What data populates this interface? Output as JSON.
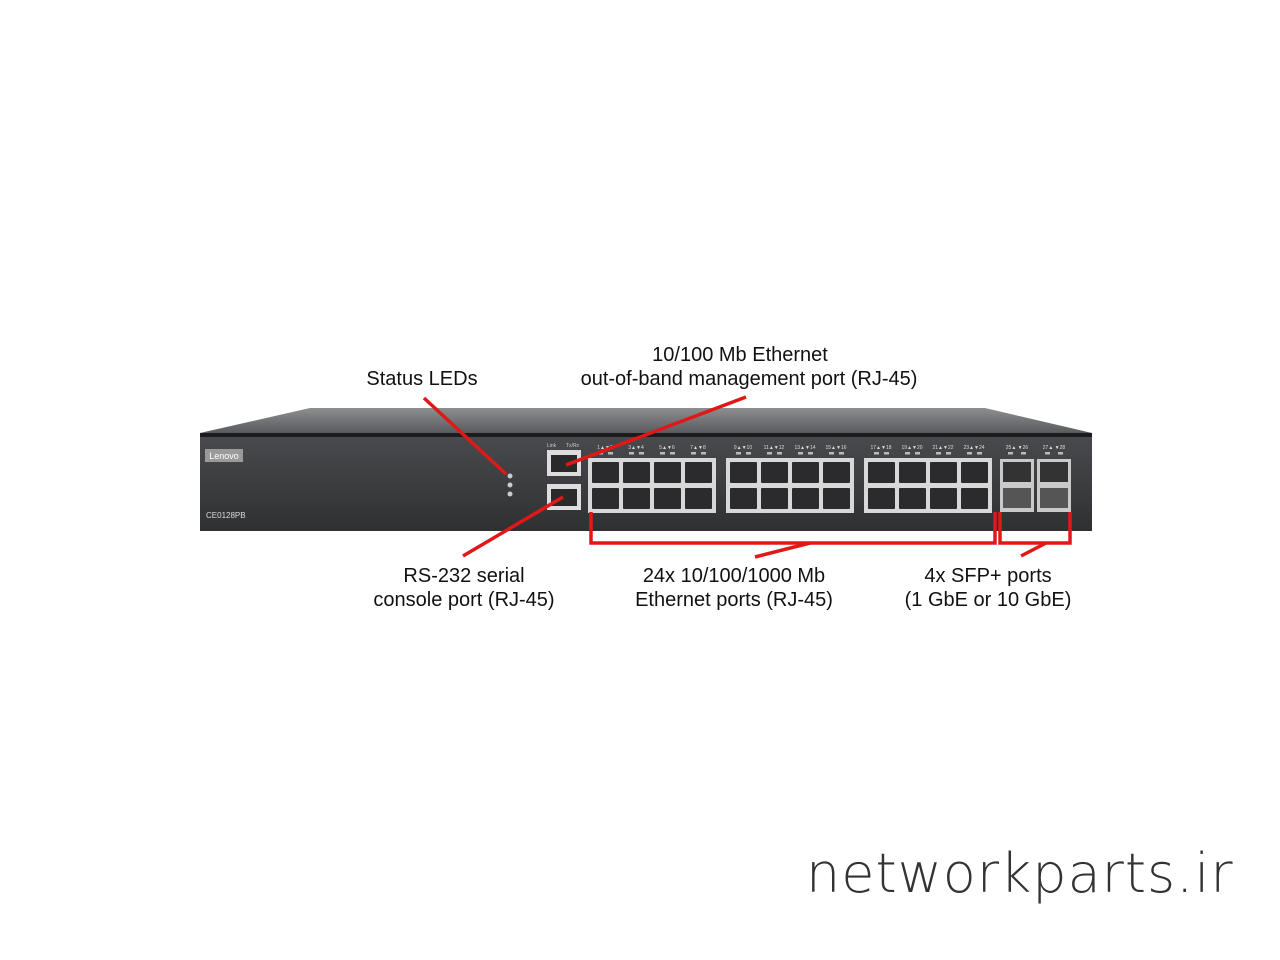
{
  "device": {
    "brand": "Lenovo",
    "model": "CE0128PB",
    "mgmt_led_labels": [
      "Link",
      "Tx/Rx"
    ],
    "port_pair_labels": [
      "1▲▼2",
      "3▲▼4",
      "5▲▼6",
      "7▲▼8",
      "9▲▼10",
      "11▲▼12",
      "13▲▼14",
      "15▲▼16",
      "17▲▼18",
      "19▲▼20",
      "21▲▼22",
      "23▲▼24",
      "25▲ ▼26",
      "27▲ ▼28"
    ]
  },
  "callouts": {
    "status_leds": "Status LEDs",
    "mgmt_line1": "10/100 Mb Ethernet",
    "mgmt_line2": "out-of-band management port (RJ-45)",
    "console_line1": "RS-232 serial",
    "console_line2": "console port (RJ-45)",
    "ethernet_line1": "24x 10/100/1000 Mb",
    "ethernet_line2": "Ethernet ports (RJ-45)",
    "sfp_line1": "4x SFP+ ports",
    "sfp_line2": "(1 GbE or 10 GbE)"
  },
  "watermark": "networkparts.ir",
  "colors": {
    "callout": "#e01818",
    "chassis": "#3a3b3d",
    "port_frame": "#d8d8d8"
  }
}
